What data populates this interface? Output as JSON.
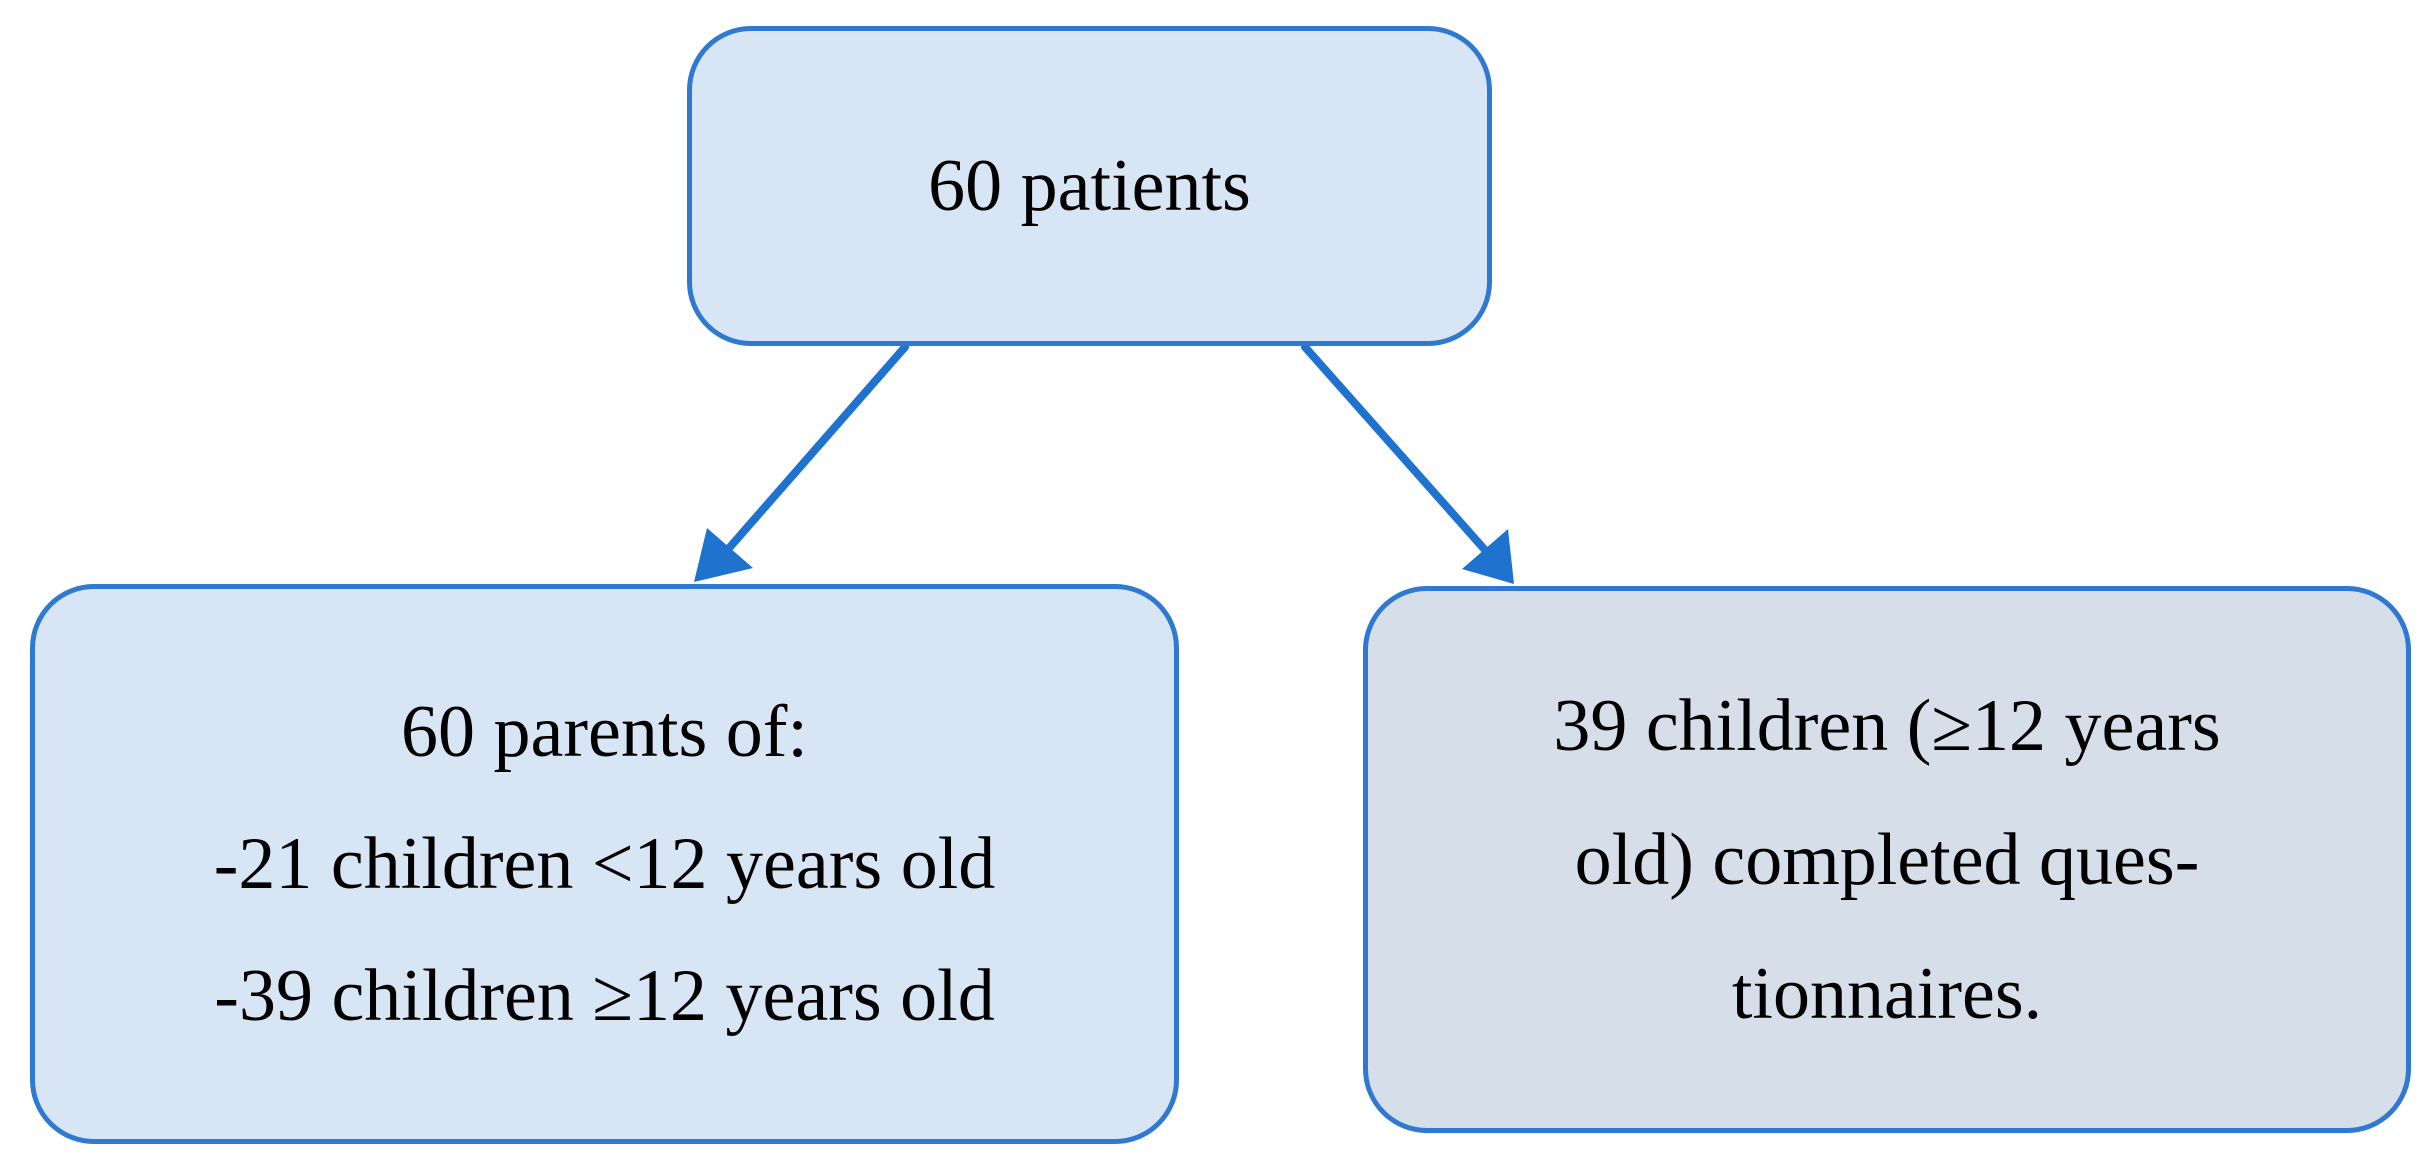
{
  "diagram": {
    "top_box": {
      "text": "60 patients"
    },
    "left_box": {
      "lines": [
        "60 parents of:",
        "-21 children <12 years old",
        "-39 children ≥12 years old"
      ]
    },
    "right_box": {
      "lines": [
        "39 children (≥12 years",
        "old) completed ques-",
        "tionnaires."
      ]
    },
    "colors": {
      "box_border": "#2f7ad0",
      "arrow": "#1f73cf",
      "box_fill_blue": "#d8e5f4",
      "box_fill_grey": "#d6dfe9"
    }
  }
}
